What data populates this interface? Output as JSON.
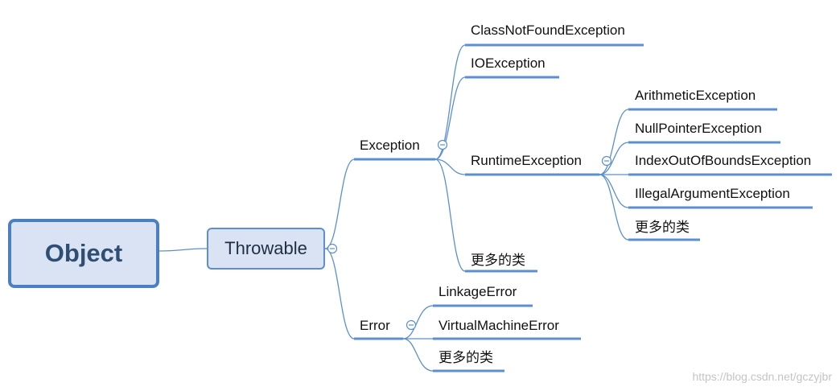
{
  "root": {
    "label": "Object"
  },
  "throwable": {
    "label": "Throwable"
  },
  "exception": {
    "label": "Exception",
    "children": {
      "class_not_found": "ClassNotFoundException",
      "io": "IOException",
      "runtime": "RuntimeException",
      "more": "更多的类"
    }
  },
  "runtime": {
    "children": {
      "arithmetic": "ArithmeticException",
      "null_pointer": "NullPointerException",
      "index_out_of_bounds": "IndexOutOfBoundsException",
      "illegal_argument": "IllegalArgumentException",
      "more": "更多的类"
    }
  },
  "error": {
    "label": "Error",
    "children": {
      "linkage": "LinkageError",
      "virtual_machine": "VirtualMachineError",
      "more": "更多的类"
    }
  },
  "watermark": "https://blog.csdn.net/gczyjbr",
  "colors": {
    "line": "#5b8fd0",
    "node_fill": "#dae3f3",
    "root_border": "#4a7fc1",
    "root_text": "#2f4e74"
  },
  "icons": {
    "collapse": "circle-minus-icon"
  }
}
